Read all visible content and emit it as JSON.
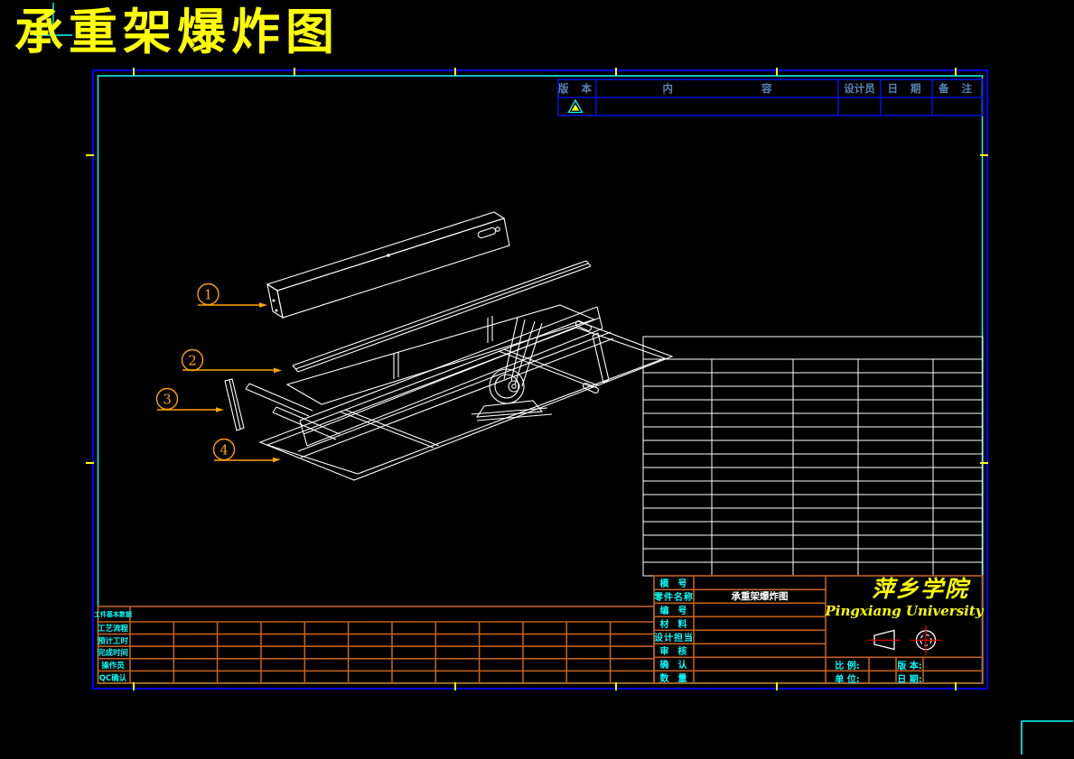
{
  "sheet": {
    "title": "承重架爆炸图",
    "drawing_name": "承重架爆炸图"
  },
  "colors": {
    "background": "#000000",
    "outer_border": "#0000ff",
    "inner_border": "#00ffff",
    "parts_table_lines": "#ffffff",
    "title_block_lines": "#c2601c",
    "revision_table_lines": "#0012d8",
    "revision_header_text": "#5585bb",
    "label_text": "#00ffff",
    "accent": "#ffff00",
    "callout": "#ffa200",
    "centerline": "#ff0000",
    "drawing_lines": "#ffffff"
  },
  "revision_table": {
    "headers": [
      "版 本",
      "内  容",
      "设计员",
      "日 期",
      "备 注"
    ],
    "row": {
      "version_mark": "revision-triangle",
      "content": "",
      "designer": "",
      "date": "",
      "remark": ""
    }
  },
  "callouts": [
    {
      "number": "1"
    },
    {
      "number": "2"
    },
    {
      "number": "3"
    },
    {
      "number": "4"
    }
  ],
  "parts_list": {
    "row_count": 16,
    "column_count": 5,
    "content": ""
  },
  "title_block": {
    "fields": [
      {
        "label": "模  号",
        "value": ""
      },
      {
        "label": "零件名称",
        "value": "承重架爆炸图"
      },
      {
        "label": "编  号",
        "value": ""
      },
      {
        "label": "材  料",
        "value": ""
      },
      {
        "label": "设计担当",
        "value": ""
      },
      {
        "label": "审  核",
        "value": ""
      },
      {
        "label": "确  认",
        "value": ""
      },
      {
        "label": "数  量",
        "value": ""
      }
    ],
    "university_cn": "萍乡学院",
    "university_en": "Pingxiang University",
    "projection_symbols": [
      "cone-frustum-projection-icon",
      "target-circle-projection-icon"
    ],
    "scale_label": "比 例:",
    "scale_value": "",
    "version_label": "版 本:",
    "version_value": "",
    "unit_label": "单 位:",
    "unit_value": "",
    "date_label": "日 期:",
    "date_value": ""
  },
  "process_table": {
    "row_labels": [
      "工件基本数据",
      "工艺流程",
      "预计工时",
      "完成时间",
      "操作员",
      "QC确认"
    ]
  }
}
